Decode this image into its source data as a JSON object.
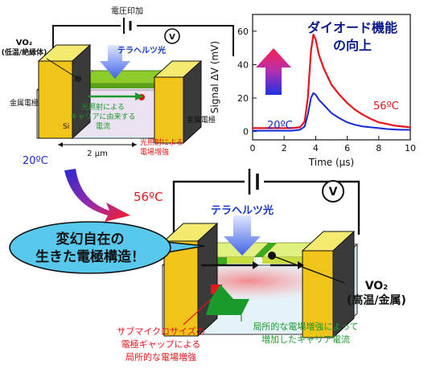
{
  "top_device": {
    "voltage_label": "電圧印加",
    "meter_symbol": "V",
    "vo2_label": "VO₂",
    "vo2_state": "(低温/絶縁体)",
    "thz_label": "テラヘルツ光",
    "electrode_left": "金属電極",
    "electrode_right": "金属電極",
    "current_line1": "光照射による",
    "current_line2": "キャリアに由来する",
    "current_line3": "電流",
    "field_line1": "光照射による",
    "field_line2": "電場増強",
    "substrate": "Si",
    "gap": "2 μm"
  },
  "temp_low": "20ºC",
  "temp_high": "56ºC",
  "chart_title_line1": "ダイオード機能",
  "chart_title_line2": "の向上",
  "chart_data": {
    "type": "line",
    "xlabel": "Time (μs)",
    "ylabel": "Signal ΔV (mV)",
    "xlim": [
      0,
      10
    ],
    "ylim": [
      -5,
      70
    ],
    "xticks": [
      "0",
      "2",
      "4",
      "6",
      "8",
      "10"
    ],
    "yticks": [
      "0",
      "20",
      "40",
      "60"
    ],
    "series": [
      {
        "name": "56ºC",
        "color": "#e8141c",
        "x": [
          0,
          0.5,
          1,
          1.5,
          2,
          2.5,
          3,
          3.3,
          3.5,
          3.7,
          3.85,
          4.0,
          4.2,
          4.5,
          5,
          5.5,
          6,
          6.5,
          7,
          7.5,
          8,
          8.5,
          9,
          9.5,
          10
        ],
        "y": [
          2,
          2,
          2,
          2,
          2,
          2,
          2.5,
          6,
          20,
          48,
          58,
          55,
          46,
          38,
          28,
          22,
          17,
          13,
          10,
          7.5,
          5.5,
          4.5,
          3.5,
          3,
          2.5
        ]
      },
      {
        "name": "20ºC",
        "color": "#1428d8",
        "x": [
          0,
          0.5,
          1,
          1.5,
          2,
          2.5,
          3,
          3.3,
          3.5,
          3.7,
          3.85,
          4.0,
          4.2,
          4.5,
          5,
          5.5,
          6,
          6.5,
          7,
          7.5,
          8,
          8.5,
          9,
          9.5,
          10
        ],
        "y": [
          0.5,
          0.5,
          0.5,
          0.5,
          0.5,
          0.5,
          1,
          3,
          10,
          20,
          23,
          22,
          19,
          16,
          11,
          8,
          5.5,
          4,
          3,
          2.5,
          2,
          1.5,
          1.2,
          1,
          1
        ]
      }
    ]
  },
  "bottom_device": {
    "meter_symbol": "V",
    "thz_label": "テラヘルツ光",
    "callout_line1": "変幻自在の",
    "callout_line2": "生きた電極構造！",
    "vo2_label": "VO₂",
    "vo2_state": "(高温/金属)",
    "red_line1": "サブマイクロサイズの",
    "red_line2": "電極ギャップによる",
    "red_line3": "局所的な電場増強",
    "green_line1": "局所的な電場増強によって",
    "green_line2": "増加したキャリア電流"
  }
}
